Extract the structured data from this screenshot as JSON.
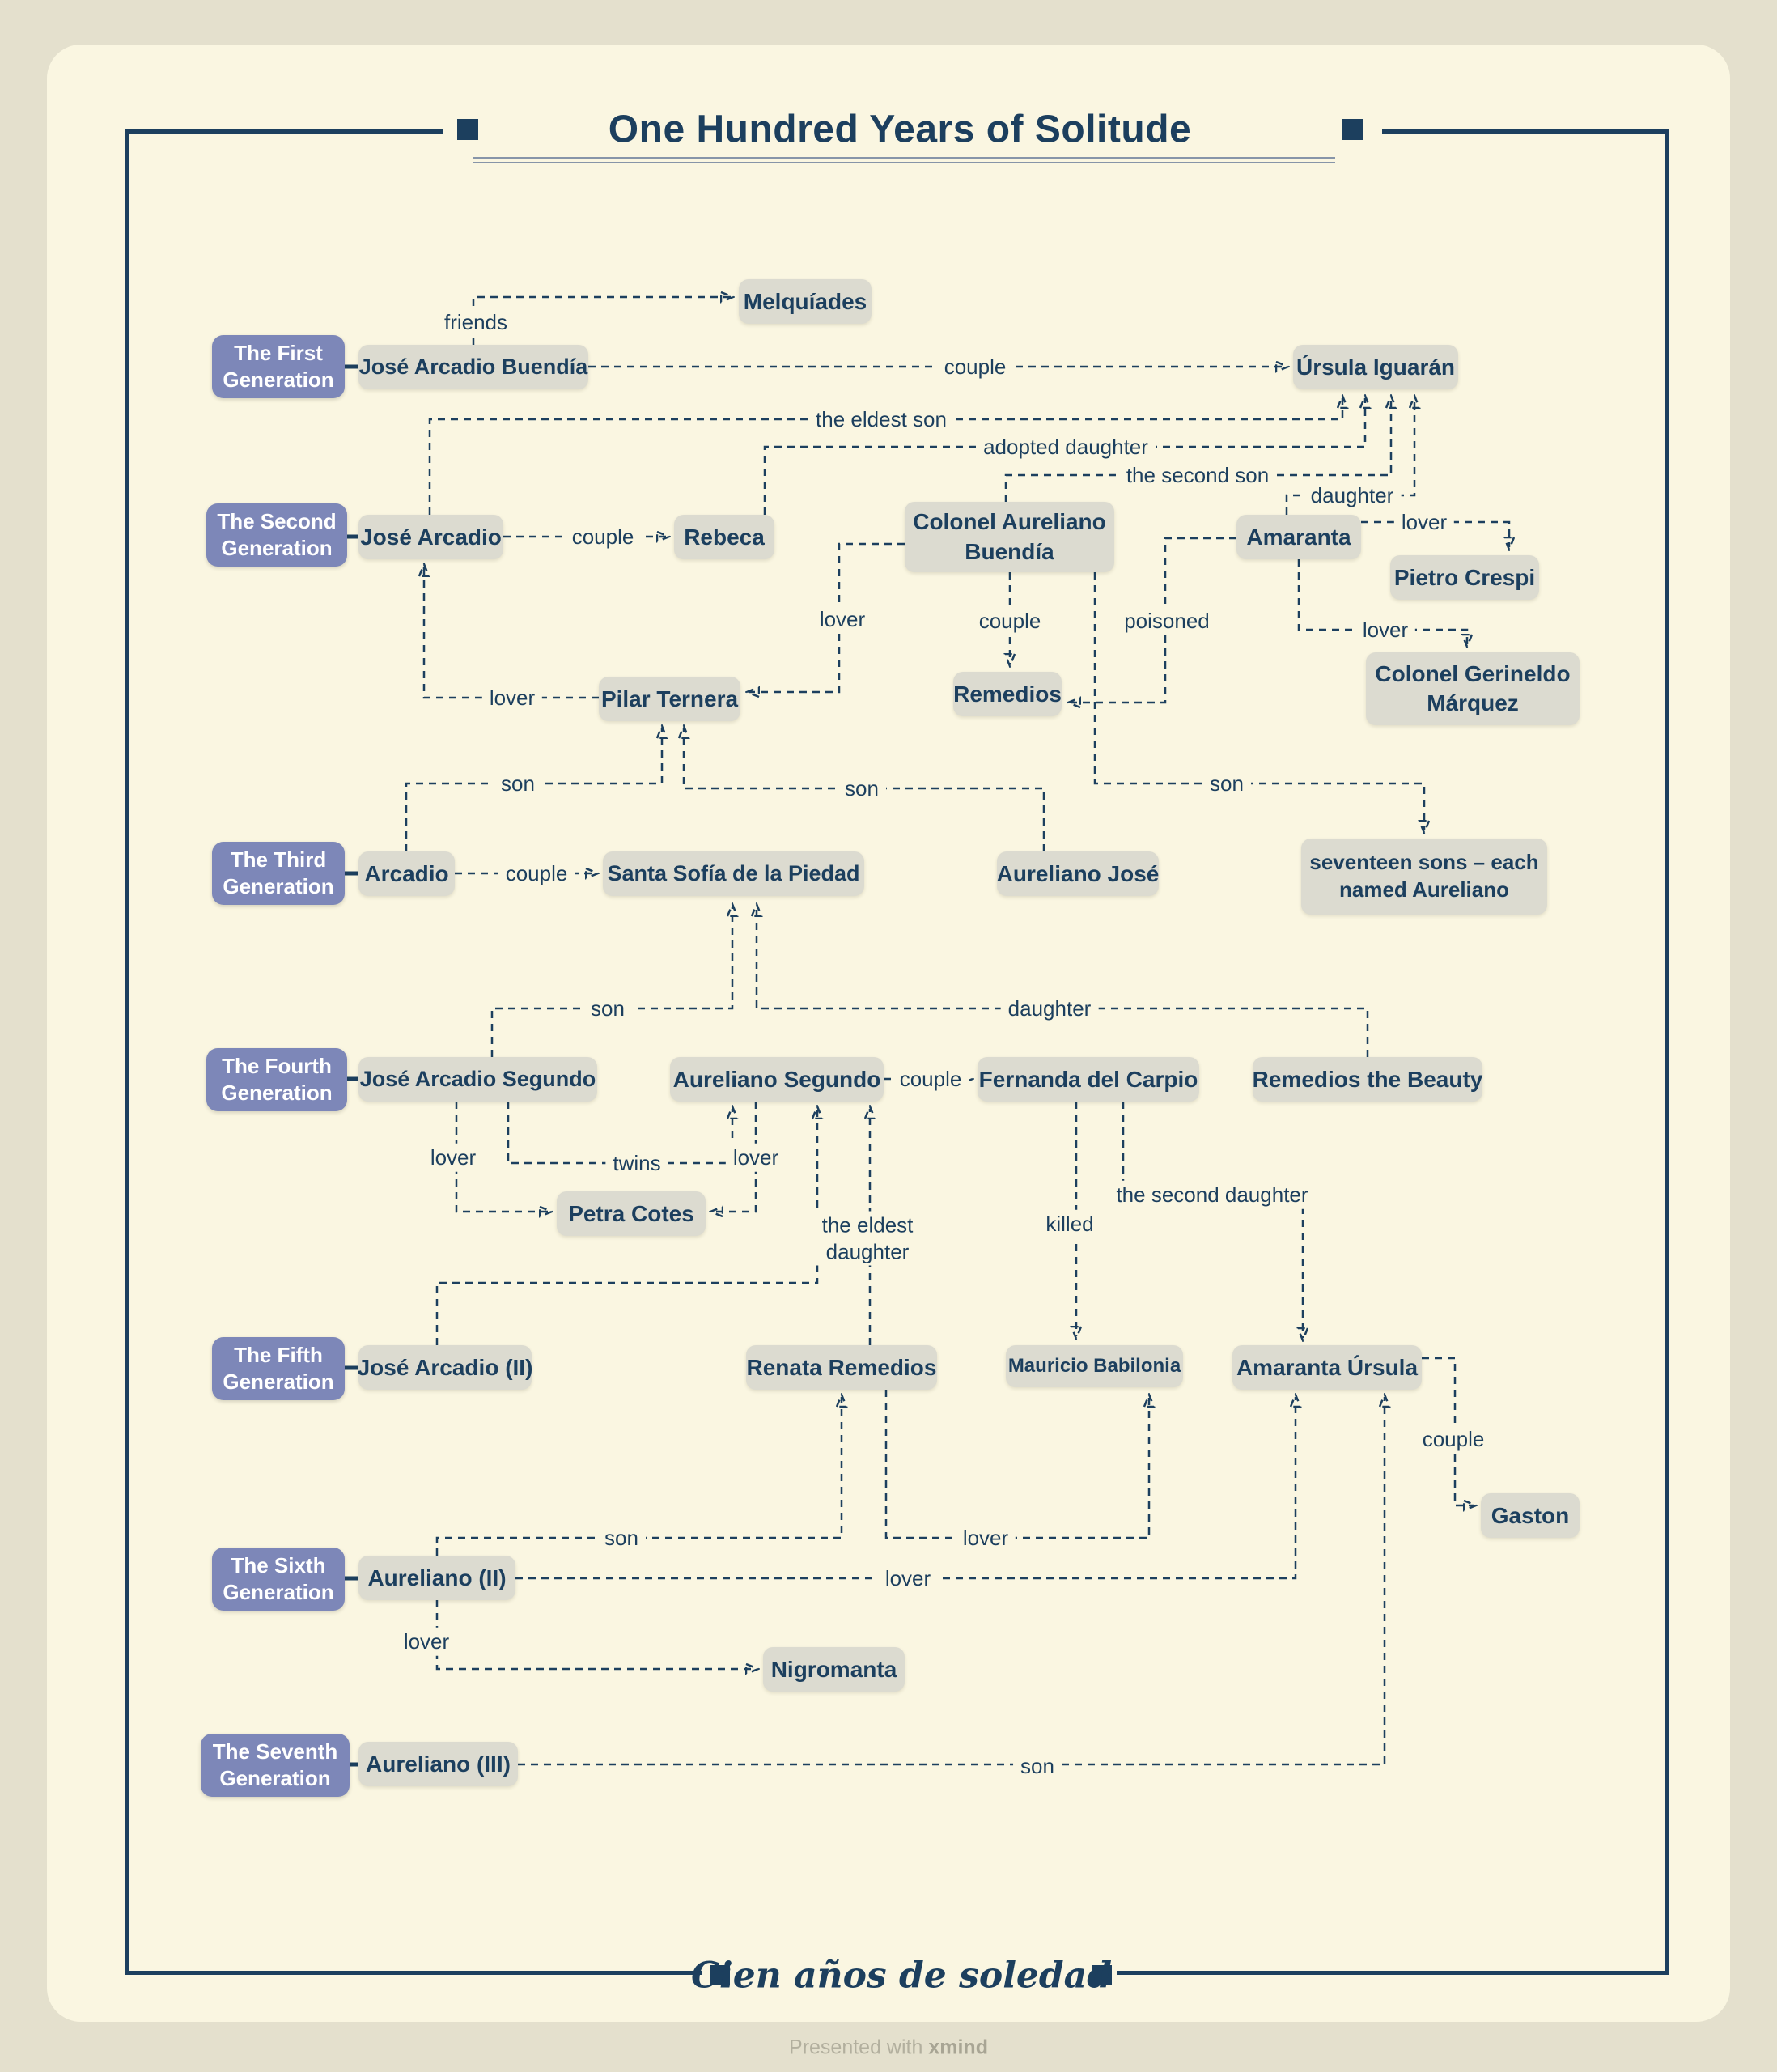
{
  "title": "One Hundred Years of Solitude",
  "footer": {
    "subtitle": "Cien años de soledad",
    "attribution_prefix": "Presented with",
    "attribution_brand": "xmind"
  },
  "colors": {
    "navy": "#1c3f5e",
    "card_bg": "#faf6e1",
    "outer_bg": "#e4e0cd",
    "node_bg": "#dcdbd0",
    "generation_bg": "#7d87b8",
    "underline": "#8795a8"
  },
  "generations": [
    {
      "id": "g1",
      "label": "The First Generation"
    },
    {
      "id": "g2",
      "label": "The Second Generation"
    },
    {
      "id": "g3",
      "label": "The Third Generation"
    },
    {
      "id": "g4",
      "label": "The Fourth Generation"
    },
    {
      "id": "g5",
      "label": "The Fifth Generation"
    },
    {
      "id": "g6",
      "label": "The Sixth Generation"
    },
    {
      "id": "g7",
      "label": "The Seventh Generation"
    }
  ],
  "nodes": [
    {
      "id": "jab",
      "label": "José Arcadio Buendía"
    },
    {
      "id": "melquiades",
      "label": "Melquíades"
    },
    {
      "id": "ursula",
      "label": "Úrsula Iguarán"
    },
    {
      "id": "jose_arcadio",
      "label": "José Arcadio"
    },
    {
      "id": "rebeca",
      "label": "Rebeca"
    },
    {
      "id": "cab",
      "label": "Colonel Aureliano Buendía"
    },
    {
      "id": "amaranta",
      "label": "Amaranta"
    },
    {
      "id": "pietro",
      "label": "Pietro Crespi"
    },
    {
      "id": "cgm",
      "label": "Colonel Gerineldo Márquez"
    },
    {
      "id": "pilar",
      "label": "Pilar Ternera"
    },
    {
      "id": "remedios",
      "label": "Remedios"
    },
    {
      "id": "arcadio",
      "label": "Arcadio"
    },
    {
      "id": "santa_sofia",
      "label": "Santa Sofía de la Piedad"
    },
    {
      "id": "aureliano_jose",
      "label": "Aureliano José"
    },
    {
      "id": "seventeen",
      "label": "seventeen sons – each named Aureliano"
    },
    {
      "id": "jas",
      "label": "José Arcadio Segundo"
    },
    {
      "id": "aureliano_segundo",
      "label": "Aureliano Segundo"
    },
    {
      "id": "fernanda",
      "label": "Fernanda del Carpio"
    },
    {
      "id": "rtb",
      "label": "Remedios the Beauty"
    },
    {
      "id": "petra",
      "label": "Petra Cotes"
    },
    {
      "id": "ja2",
      "label": "José Arcadio (II)"
    },
    {
      "id": "renata",
      "label": "Renata Remedios"
    },
    {
      "id": "mauricio",
      "label": "Mauricio Babilonia"
    },
    {
      "id": "au",
      "label": "Amaranta Úrsula"
    },
    {
      "id": "gaston",
      "label": "Gaston"
    },
    {
      "id": "a2",
      "label": "Aureliano (II)"
    },
    {
      "id": "nigromanta",
      "label": "Nigromanta"
    },
    {
      "id": "a3",
      "label": "Aureliano (III)"
    }
  ],
  "edge_labels": [
    {
      "id": "friends",
      "text": "friends"
    },
    {
      "id": "couple1",
      "text": "couple"
    },
    {
      "id": "eldest_son",
      "text": "the eldest son"
    },
    {
      "id": "adopted_daughter",
      "text": "adopted daughter"
    },
    {
      "id": "second_son",
      "text": "the second son"
    },
    {
      "id": "daughter1",
      "text": "daughter"
    },
    {
      "id": "lover_pietro",
      "text": "lover"
    },
    {
      "id": "lover_cgm",
      "text": "lover"
    },
    {
      "id": "couple_cab",
      "text": "couple"
    },
    {
      "id": "poisoned",
      "text": "poisoned"
    },
    {
      "id": "lover_cab_pilar",
      "text": "lover"
    },
    {
      "id": "lover_ja_pilar",
      "text": "lover"
    },
    {
      "id": "couple_ja_rebeca",
      "text": "couple"
    },
    {
      "id": "son_arcadio",
      "text": "son"
    },
    {
      "id": "son_aj",
      "text": "son"
    },
    {
      "id": "son_17",
      "text": "son"
    },
    {
      "id": "couple_arcadio",
      "text": "couple"
    },
    {
      "id": "son_jas",
      "text": "son"
    },
    {
      "id": "daughter_rtb",
      "text": "daughter"
    },
    {
      "id": "couple_as",
      "text": "couple"
    },
    {
      "id": "twins",
      "text": "twins"
    },
    {
      "id": "lover_jas_petra",
      "text": "lover"
    },
    {
      "id": "lover_as_petra",
      "text": "lover"
    },
    {
      "id": "eldest_daughter",
      "text": "the eldest daughter"
    },
    {
      "id": "second_daughter",
      "text": "the second daughter"
    },
    {
      "id": "killed",
      "text": "killed"
    },
    {
      "id": "lover_renata",
      "text": "lover"
    },
    {
      "id": "son_a2",
      "text": "son"
    },
    {
      "id": "lover_a2_au",
      "text": "lover"
    },
    {
      "id": "lover_nigro",
      "text": "lover"
    },
    {
      "id": "couple_gaston",
      "text": "couple"
    },
    {
      "id": "son_a3",
      "text": "son"
    }
  ]
}
